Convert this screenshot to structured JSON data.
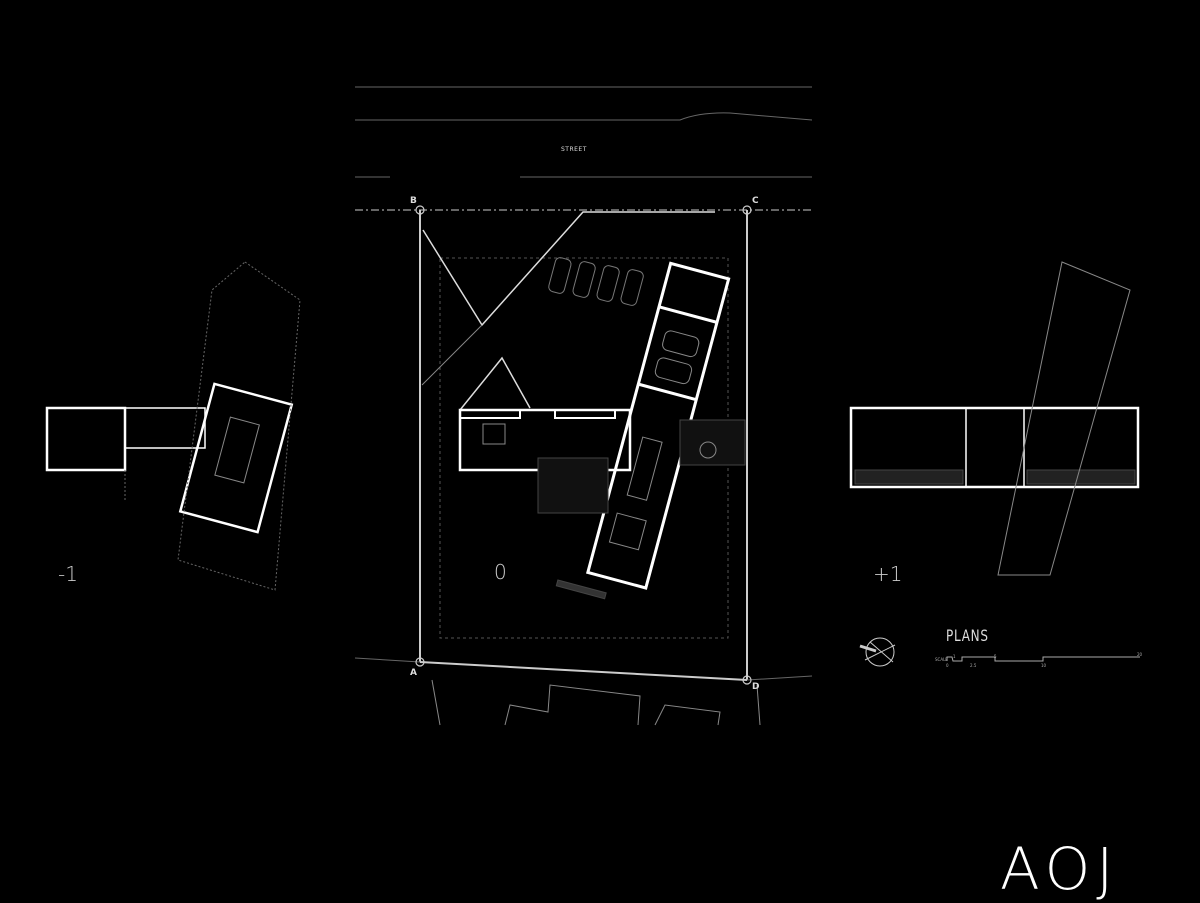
{
  "street_label": "STREET",
  "points": {
    "a": "A",
    "b": "B",
    "c": "C",
    "d": "D"
  },
  "levels": {
    "basement": "-1",
    "ground": "0",
    "upper": "+1"
  },
  "legend": {
    "title": "PLANS",
    "scale_label": "SCALE",
    "scale_ticks": [
      "0",
      "1",
      "2.5",
      "5",
      "10",
      "20"
    ]
  },
  "logo": "AOJ",
  "colors": {
    "background": "#000000",
    "line": "#ffffff",
    "faint": "#555555"
  }
}
